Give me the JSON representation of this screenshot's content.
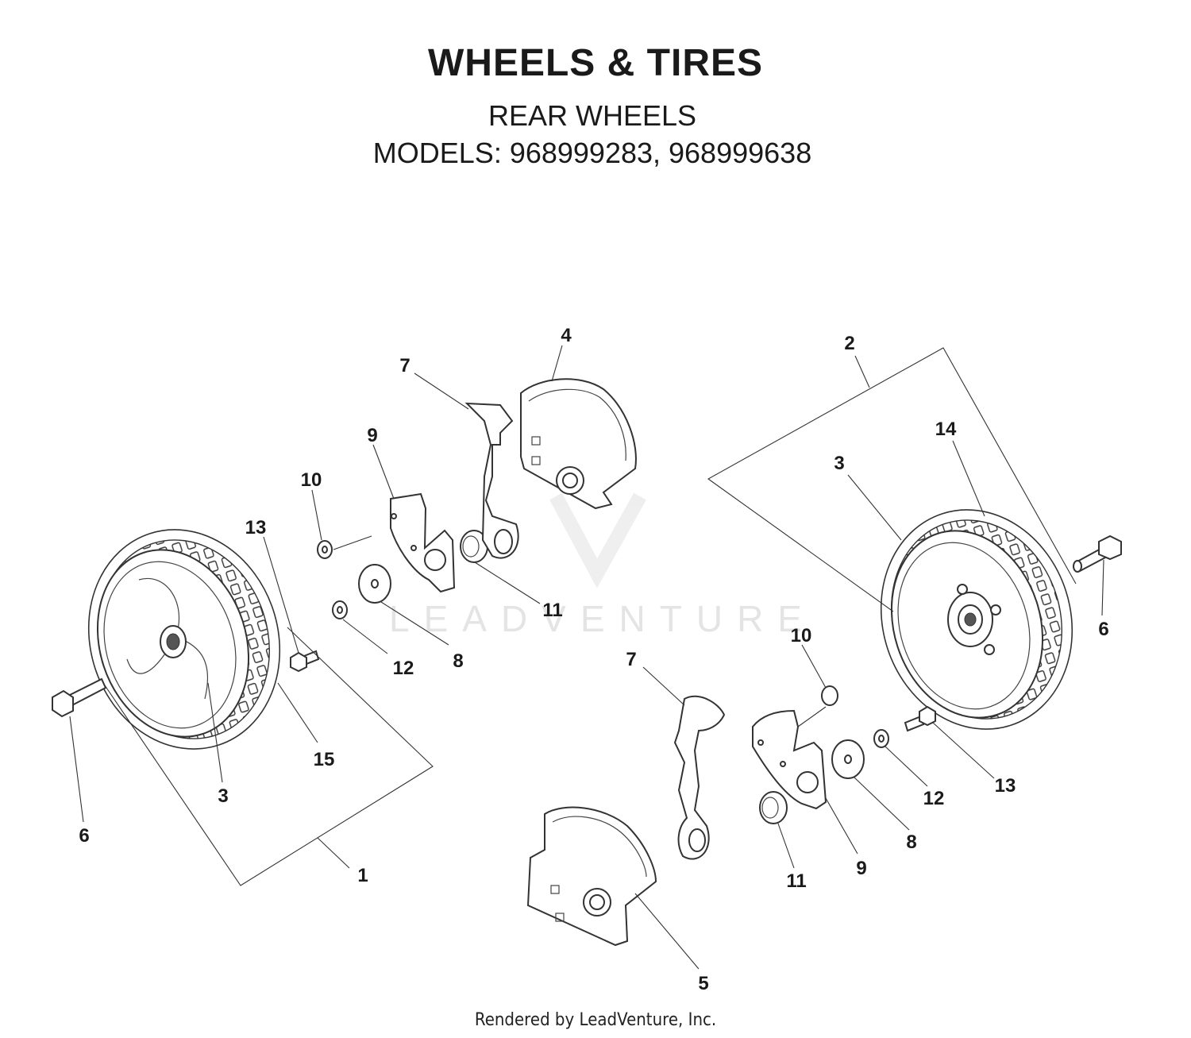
{
  "header": {
    "title": "WHEELS & TIRES",
    "subtitle": "REAR WHEELS",
    "models": "MODELS: 968999283, 968999638"
  },
  "watermark": "LEADVENTURE",
  "footer": "Rendered by LeadVenture, Inc.",
  "callouts": {
    "c1": "1",
    "c2": "2",
    "c3_left": "3",
    "c3_right": "3",
    "c4": "4",
    "c5": "5",
    "c6_left": "6",
    "c6_right": "6",
    "c7_top": "7",
    "c7_bottom": "7",
    "c8_top": "8",
    "c8_bottom": "8",
    "c9_top": "9",
    "c9_bottom": "9",
    "c10_top": "10",
    "c10_bottom": "10",
    "c11_top": "11",
    "c11_bottom": "11",
    "c12_top": "12",
    "c12_bottom": "12",
    "c13_top": "13",
    "c13_bottom": "13",
    "c14": "14",
    "c15": "15"
  }
}
